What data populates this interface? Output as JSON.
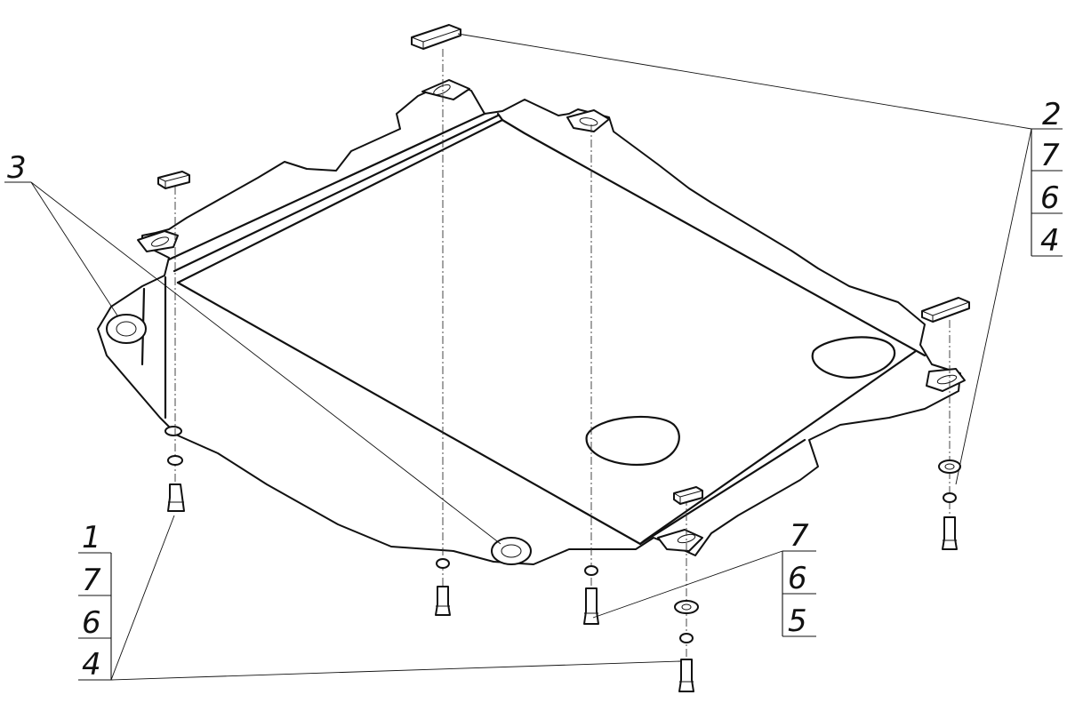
{
  "callouts": {
    "top_right": [
      "2",
      "7",
      "6",
      "4"
    ],
    "left": [
      "3"
    ],
    "bottom_left": [
      "1",
      "7",
      "6",
      "4"
    ],
    "bottom_center": [
      "7",
      "6",
      "5"
    ]
  }
}
